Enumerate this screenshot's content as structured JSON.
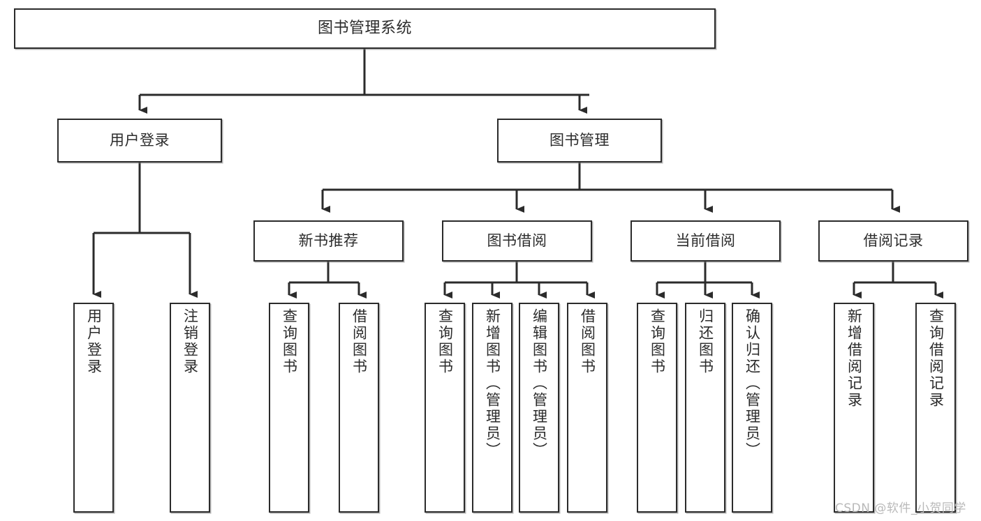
{
  "diagram": {
    "title": "图书管理系统",
    "type": "functional-structure-tree",
    "stroke_color": "#2b2b2b",
    "fill_color": "#ffffff"
  },
  "nodes": {
    "root": {
      "label": "图书管理系统"
    },
    "level2": [
      {
        "id": "user-login",
        "label": "用户登录"
      },
      {
        "id": "book-manage",
        "label": "图书管理"
      }
    ],
    "level3": [
      {
        "id": "new-book-recommend",
        "label": "新书推荐"
      },
      {
        "id": "book-borrow",
        "label": "图书借阅"
      },
      {
        "id": "current-borrow",
        "label": "当前借阅"
      },
      {
        "id": "borrow-record",
        "label": "借阅记录"
      }
    ],
    "leaves": {
      "user_login": [
        {
          "id": "leaf-user-login",
          "label": "用户登录"
        },
        {
          "id": "leaf-logout-login",
          "label": "注销登录"
        }
      ],
      "new_book_recommend": [
        {
          "id": "leaf-query-book-1",
          "label": "查询图书"
        },
        {
          "id": "leaf-borrow-book-1",
          "label": "借阅图书"
        }
      ],
      "book_borrow": [
        {
          "id": "leaf-query-book-2",
          "label": "查询图书"
        },
        {
          "id": "leaf-add-book",
          "label": "新增图书（管理员）"
        },
        {
          "id": "leaf-edit-book",
          "label": "编辑图书（管理员）"
        },
        {
          "id": "leaf-borrow-book-2",
          "label": "借阅图书"
        }
      ],
      "current_borrow": [
        {
          "id": "leaf-query-book-3",
          "label": "查询图书"
        },
        {
          "id": "leaf-return-book",
          "label": "归还图书"
        },
        {
          "id": "leaf-confirm-return",
          "label": "确认归还（管理员）"
        }
      ],
      "borrow_record": [
        {
          "id": "leaf-add-record",
          "label": "新增借阅记录"
        },
        {
          "id": "leaf-query-record",
          "label": "查询借阅记录"
        }
      ]
    }
  },
  "watermark": {
    "text": "CSDN @软件_小贺同学"
  }
}
